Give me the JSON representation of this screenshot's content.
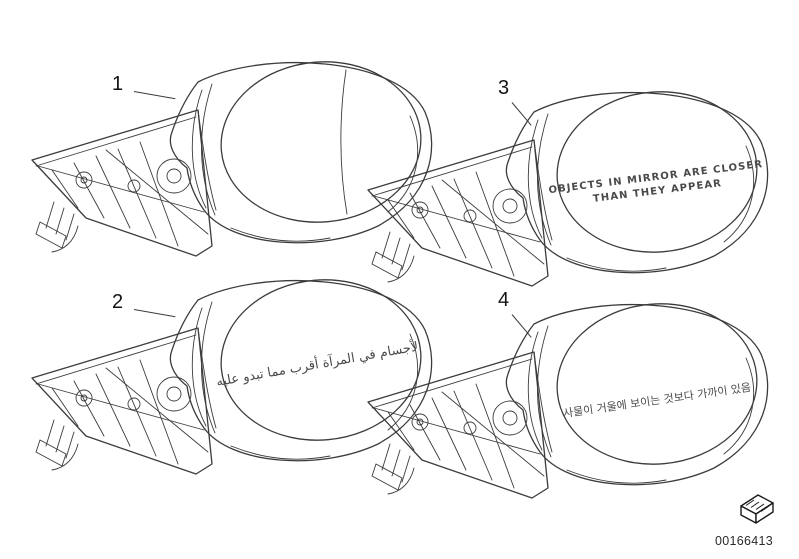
{
  "diagram": {
    "mirrors": [
      {
        "label": "1",
        "glass_lines": []
      },
      {
        "label": "2",
        "glass_lines": [
          "الأجسام في المرآة أقرب مما تبدو عليه"
        ]
      },
      {
        "label": "3",
        "glass_lines": [
          "OBJECTS IN MIRROR ARE CLOSER",
          "THAN THEY APPEAR"
        ]
      },
      {
        "label": "4",
        "glass_lines": [
          "사물이 거울에 보이는 것보다 가까이 있음"
        ]
      }
    ],
    "footer": {
      "part_number": "00166413",
      "icon": "hatched-box-icon"
    },
    "colors": {
      "line": "#3c3c3c",
      "background": "#ffffff"
    }
  }
}
